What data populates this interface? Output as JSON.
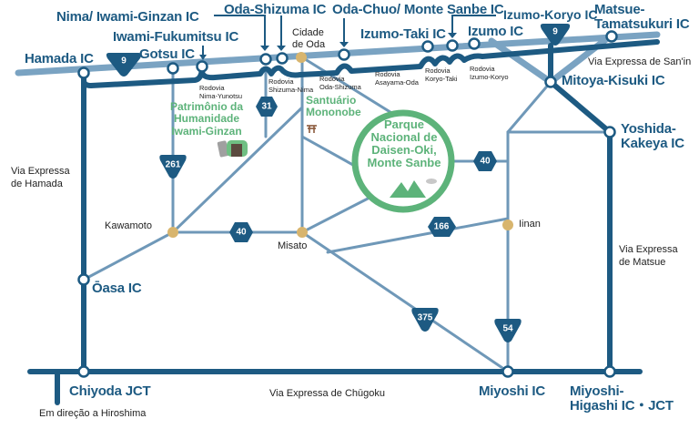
{
  "colors": {
    "expressway_dark": "#1d5a82",
    "expressway_light": "#7aa3c2",
    "route_line": "#6f98b8",
    "town_dot": "#d8b56e",
    "park_green": "#5db37a",
    "text_dark": "#222222"
  },
  "interchanges": {
    "hamada": "Hamada IC",
    "nima_iwami_ginzan": "Nima/ Iwami-Ginzan IC",
    "iwami_fukumitsu": "Iwami-Fukumitsu IC",
    "gotsu": "Gotsu IC",
    "oda_shizuma": "Oda-Shizuma IC",
    "oda_chuo": "Oda-Chuo/ Monte Sanbe IC",
    "izumo_taki": "Izumo-Taki IC",
    "izumo_koryo": "Izumo-Koryo IC",
    "izumo": "Izumo IC",
    "matsue_tamatsukuri_1": "Matsue-",
    "matsue_tamatsukuri_2": "Tamatsukuri IC",
    "mitoya_kisuki": "Mitoya-Kisuki IC",
    "yoshida_kakeya_1": "Yoshida-",
    "yoshida_kakeya_2": "Kakeya IC",
    "oasa": "Ōasa IC",
    "chiyoda_jct": "Chiyoda JCT",
    "miyoshi": "Miyoshi IC",
    "miyoshi_higashi_1": "Miyoshi-",
    "miyoshi_higashi_2": "Higashi IC・JCT"
  },
  "toll_roads": {
    "nima_yunotsu": [
      "Rodovia",
      "Nima-Yunotsu"
    ],
    "shizuma_nima": [
      "Rodovia",
      "Shizuma-Nima"
    ],
    "oda_shizuma": [
      "Rodovia",
      "Oda-Shizuma"
    ],
    "asayama_oda": [
      "Rodovia",
      "Asayama-Oda"
    ],
    "koryo_taki": [
      "Rodovia",
      "Koryo-Taki"
    ],
    "izumo_koryo": [
      "Rodovia",
      "Izumo-Koryo"
    ]
  },
  "expressways": {
    "san_in": "Via Expressa de San'in",
    "hamada": [
      "Via Expressa",
      "de Hamada"
    ],
    "matsue": [
      "Via Expressa",
      "de Matsue"
    ],
    "chugoku": "Via Expressa de Chūgoku"
  },
  "places": {
    "cidade_de_oda": [
      "Cidade",
      "de Oda"
    ],
    "kawamoto": "Kawamoto",
    "misato": "Misato",
    "iinan": "Iinan",
    "hiroshima_direction": "Em direção a Hiroshima"
  },
  "attractions": {
    "iwami_ginzan": [
      "Patrimônio da",
      "Humanidade",
      "Iwami-Ginzan"
    ],
    "mononobe": [
      "Santuário",
      "Mononobe"
    ],
    "park": [
      "Parque",
      "Nacional de",
      "Daisen-Oki,",
      "Monte Sanbe"
    ]
  },
  "route_shields": {
    "r9_west": "9",
    "r9_east": "9",
    "r31": "31",
    "r261": "261",
    "r40_west": "40",
    "r40_east": "40",
    "r166": "166",
    "r375": "375",
    "r54": "54"
  }
}
